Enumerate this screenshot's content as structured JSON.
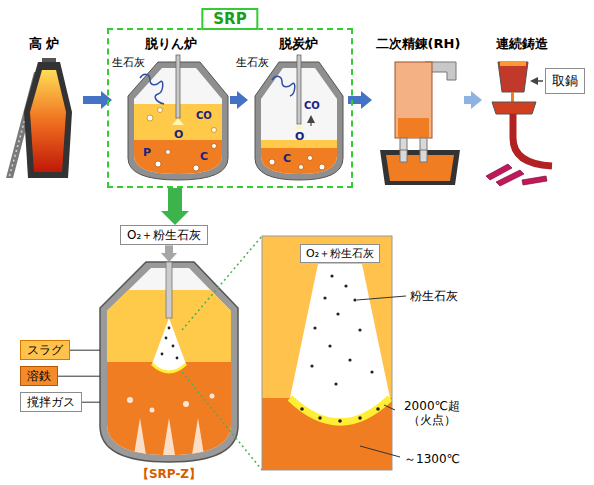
{
  "diagram": {
    "nodes": [
      {
        "text": [
          "高 炉"
        ]
      },
      {
        "text": [
          "SRP"
        ]
      },
      {
        "text": [
          "脱りん炉"
        ],
        "in": 1
      },
      {
        "text": [
          "脱炭炉"
        ],
        "in": 1
      },
      {
        "text": [
          "二次精錬(RH)"
        ]
      },
      {
        "text": [
          "連続鋳造"
        ]
      },
      {
        "text": [
          "取鍋"
        ]
      },
      {
        "text": [
          "O₂＋粉生石灰"
        ]
      },
      {
        "text": [
          "【SRP-Z】"
        ]
      },
      {
        "text": [
          "スラグ"
        ]
      },
      {
        "text": [
          "溶鉄"
        ]
      },
      {
        "text": [
          "撹拌ガス"
        ]
      },
      {
        "text": [
          "O₂＋粉生石灰"
        ]
      }
    ],
    "edges": [
      {
        "from": 0,
        "to": 2,
        "arrow": "to"
      },
      {
        "from": 2,
        "to": 3,
        "arrow": "to"
      },
      {
        "from": 3,
        "to": 4,
        "arrow": "to"
      },
      {
        "from": 4,
        "to": 5,
        "arrow": "to"
      },
      {
        "from": 1,
        "to": 7,
        "arrow": "to"
      },
      {
        "from": 7,
        "to": 8,
        "arrow": "to"
      },
      {
        "from": 9,
        "to": 8,
        "arrow": "none"
      },
      {
        "from": 10,
        "to": 8,
        "arrow": "none"
      },
      {
        "from": 11,
        "to": 8,
        "arrow": "none"
      }
    ],
    "labels": [
      "生石灰",
      "CO",
      "O",
      "P",
      "C",
      "生石灰",
      "CO",
      "O",
      "C",
      "粉生石灰",
      "2000℃超 （火点）",
      "～1300℃"
    ]
  }
}
